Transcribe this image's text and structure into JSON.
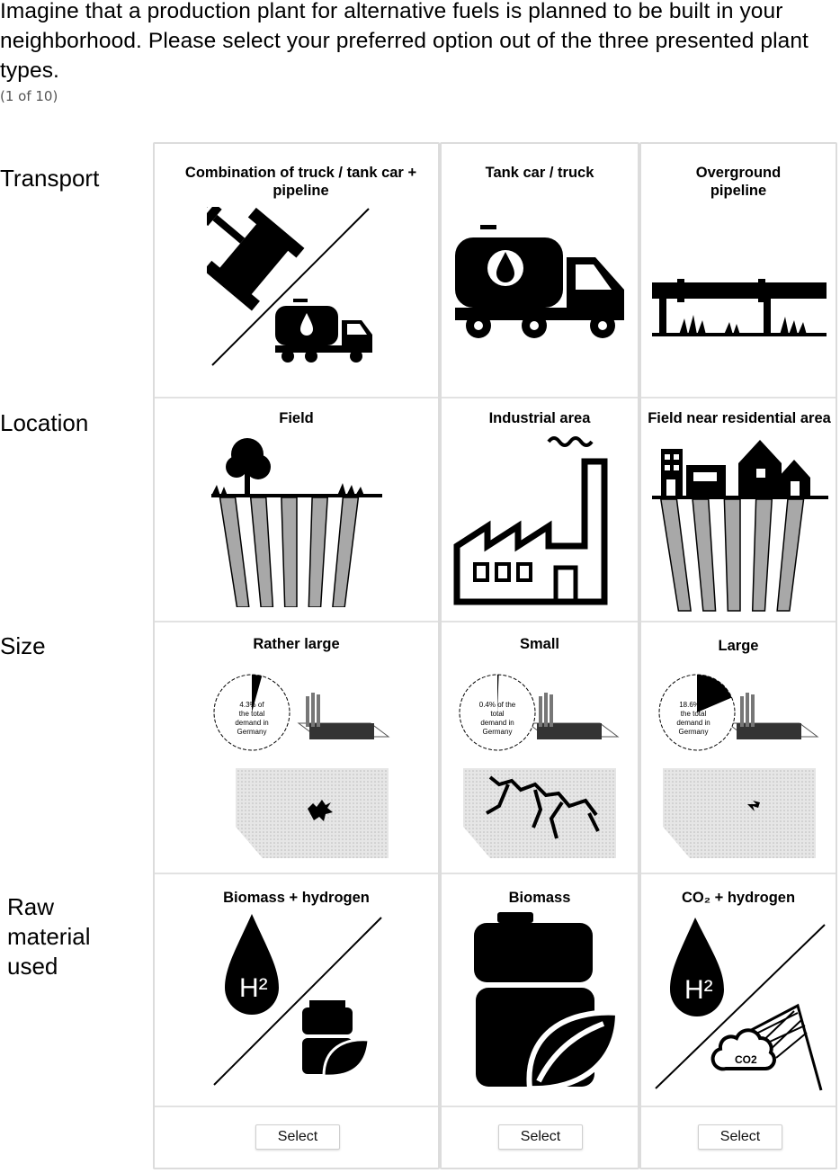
{
  "question": {
    "text": "Imagine that a production plant for alternative fuels is planned to be built in your neighborhood. Please select your preferred option out of the three presented plant types.",
    "counter": "(1 of 10)"
  },
  "rows": {
    "transport": "Transport",
    "location": "Location",
    "size": "Size",
    "raw_material": [
      "Raw",
      "material",
      "used"
    ]
  },
  "options": [
    {
      "transport": "Combination of truck / tank car + pipeline",
      "location": "Field",
      "size": "Rather large",
      "size_share": {
        "value": 4.3,
        "lines": [
          "4.3% of",
          "the total",
          "demand in",
          "Germany"
        ]
      },
      "raw_material": "Biomass + hydrogen",
      "button": "Select"
    },
    {
      "transport": "Tank car / truck",
      "location": "Industrial area",
      "size": "Small",
      "size_share": {
        "value": 0.4,
        "lines": [
          "0.4% of the",
          "total",
          "demand in",
          "Germany"
        ]
      },
      "raw_material": "Biomass",
      "button": "Select"
    },
    {
      "transport": "Overground pipeline",
      "location": "Field near residential area",
      "size": "Large",
      "size_share": {
        "value": 18.6,
        "lines": [
          "18.6% of",
          "the total",
          "demand in",
          "Germany"
        ]
      },
      "raw_material": "CO₂ + hydrogen",
      "button": "Select"
    }
  ],
  "icon_labels": {
    "h2": "H²",
    "co2": "CO2"
  },
  "colors": {
    "border": "#dcdcdc",
    "stripe": "#a8a8a8",
    "icon": "#000000",
    "counter": "#555555"
  }
}
